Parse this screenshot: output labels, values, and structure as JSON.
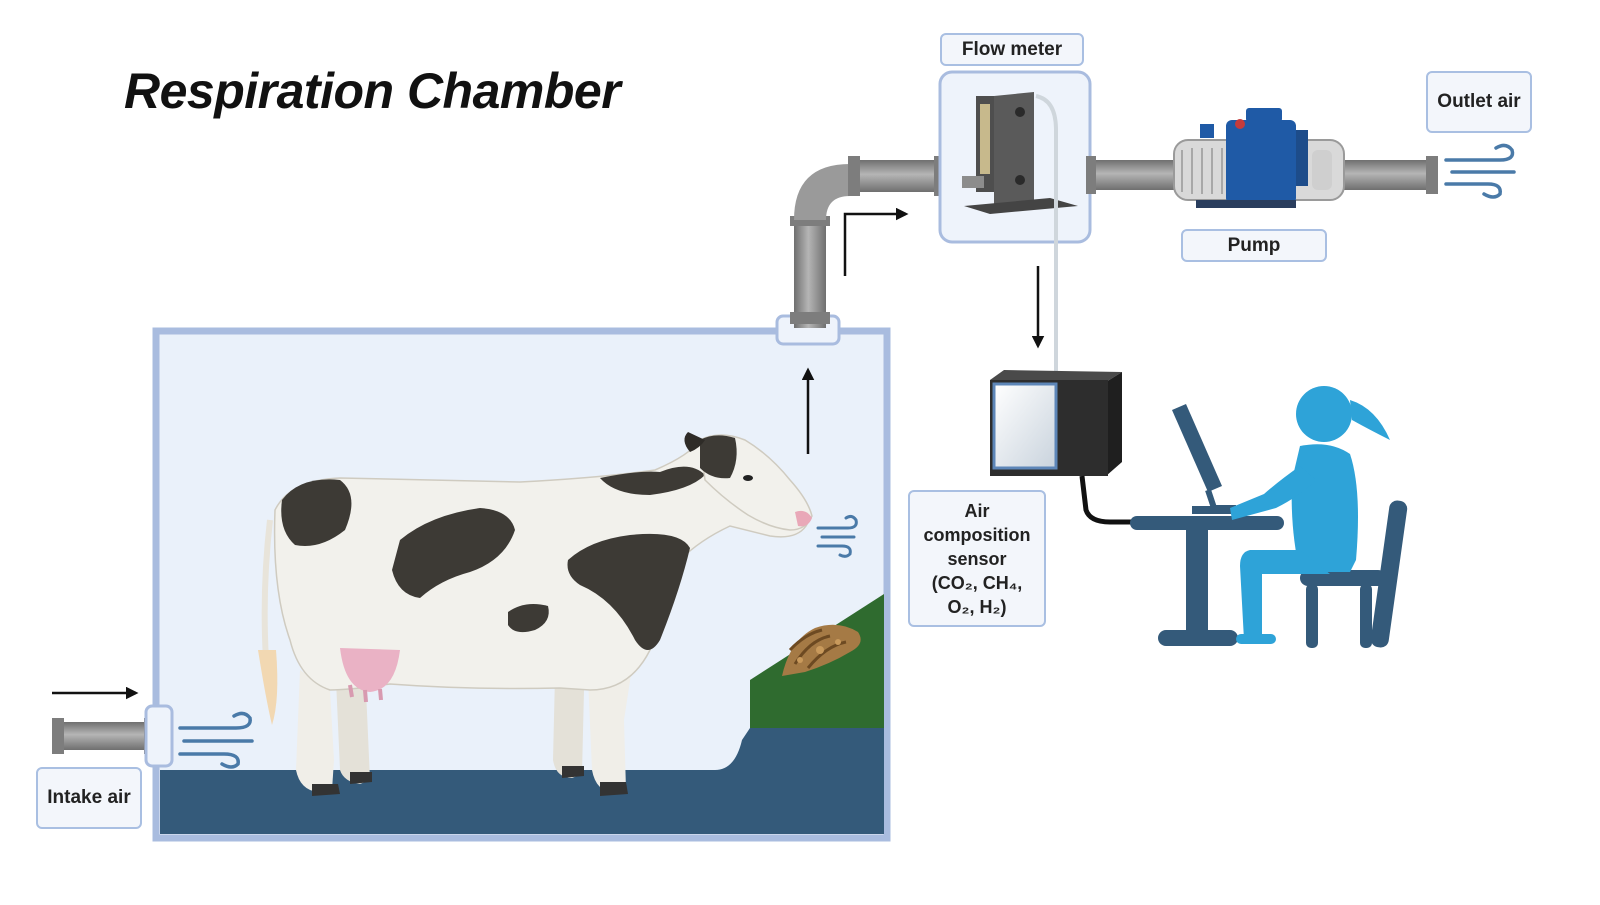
{
  "title": "Respiration Chamber",
  "labels": {
    "flow_meter": "Flow meter",
    "outlet_air": "Outlet air",
    "pump": "Pump",
    "intake_air": "Intake air",
    "sensor_line1": "Air",
    "sensor_line2": "composition",
    "sensor_line3": "sensor",
    "sensor_line4": "(CO₂, CH₄,",
    "sensor_line5": "O₂, H₂)"
  },
  "icons": [
    "cow-icon",
    "pump-icon",
    "flow-meter-icon",
    "sensor-box-icon",
    "person-at-computer-icon",
    "wind-icon",
    "arrow-icon",
    "feed-pile-icon"
  ],
  "colors": {
    "chamber_border": "#a9bcdf",
    "chamber_fill": "#eaf1fa",
    "floor": "#345a7a",
    "grass": "#2f6b2f",
    "pipe": "#8f8f8f",
    "person": "#2ea3d8",
    "desk": "#345a7a",
    "label_border": "#a9bfe2"
  }
}
